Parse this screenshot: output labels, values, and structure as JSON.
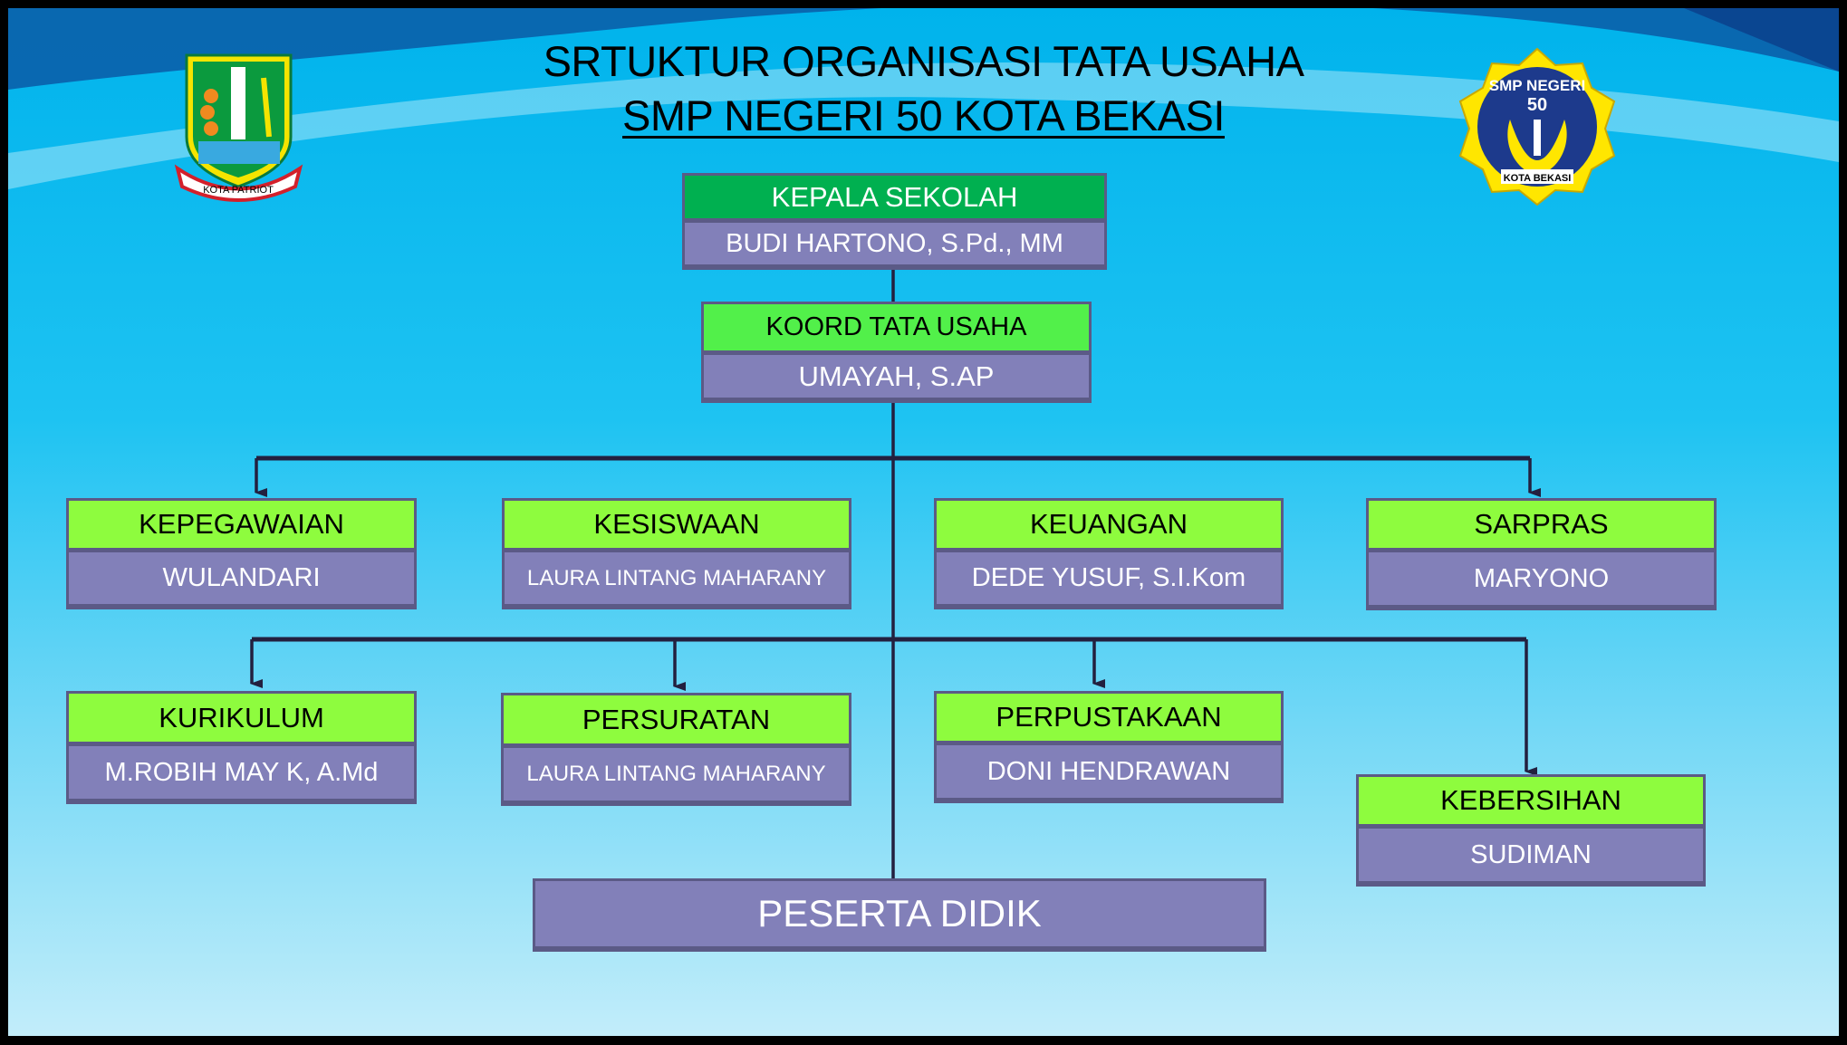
{
  "title": {
    "line1": "SRTUKTUR ORGANISASI TATA USAHA",
    "line2": "SMP NEGERI 50 KOTA BEKASI"
  },
  "logos": {
    "left": {
      "text": "KOTA PATRIOT"
    },
    "right": {
      "top": "SMP NEGERI",
      "number": "50",
      "bottom": "KOTA BEKASI"
    }
  },
  "colors": {
    "head_green": "#00b050",
    "koord_green": "#52f04a",
    "unit_green": "#8efc3e",
    "name_purple": "#8280b9",
    "line": "#23203f"
  },
  "head": {
    "role": "KEPALA SEKOLAH",
    "name": "BUDI HARTONO, S.Pd., MM"
  },
  "koord": {
    "role": "KOORD TATA USAHA",
    "name": "UMAYAH, S.AP"
  },
  "units": [
    {
      "role": "KEPEGAWAIAN",
      "name": "WULANDARI"
    },
    {
      "role": "KESISWAAN",
      "name": "LAURA LINTANG MAHARANY"
    },
    {
      "role": "KEUANGAN",
      "name": "DEDE YUSUF, S.I.Kom"
    },
    {
      "role": "SARPRAS",
      "name": "MARYONO"
    },
    {
      "role": "KURIKULUM",
      "name": "M.ROBIH MAY K, A.Md"
    },
    {
      "role": "PERSURATAN",
      "name": "LAURA LINTANG MAHARANY"
    },
    {
      "role": "PERPUSTAKAAN",
      "name": "DONI HENDRAWAN"
    },
    {
      "role": "KEBERSIHAN",
      "name": "SUDIMAN"
    }
  ],
  "students": "PESERTA DIDIK"
}
